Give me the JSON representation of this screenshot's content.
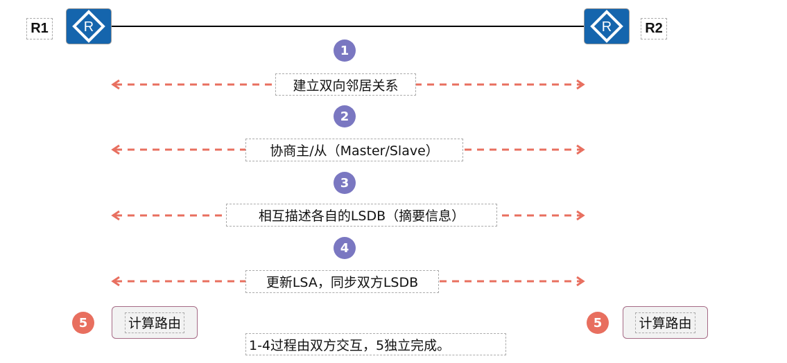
{
  "routers": [
    {
      "name": "R1",
      "icon": "router-icon"
    },
    {
      "name": "R2",
      "icon": "router-icon"
    }
  ],
  "steps": [
    {
      "number": "1",
      "label": "建立双向邻居关系"
    },
    {
      "number": "2",
      "label": "协商主/从（Master/Slave）"
    },
    {
      "number": "3",
      "label": "相互描述各自的LSDB（摘要信息）"
    },
    {
      "number": "4",
      "label": "更新LSA，同步双方LSDB"
    }
  ],
  "step5": {
    "number": "5",
    "label": "计算路由"
  },
  "note": "1-4过程由双方交互，5独立完成。",
  "colors": {
    "router": "#1565ad",
    "arrow": "#e86f5f",
    "step": "#7a77c1",
    "step5": "#e86f5f"
  }
}
